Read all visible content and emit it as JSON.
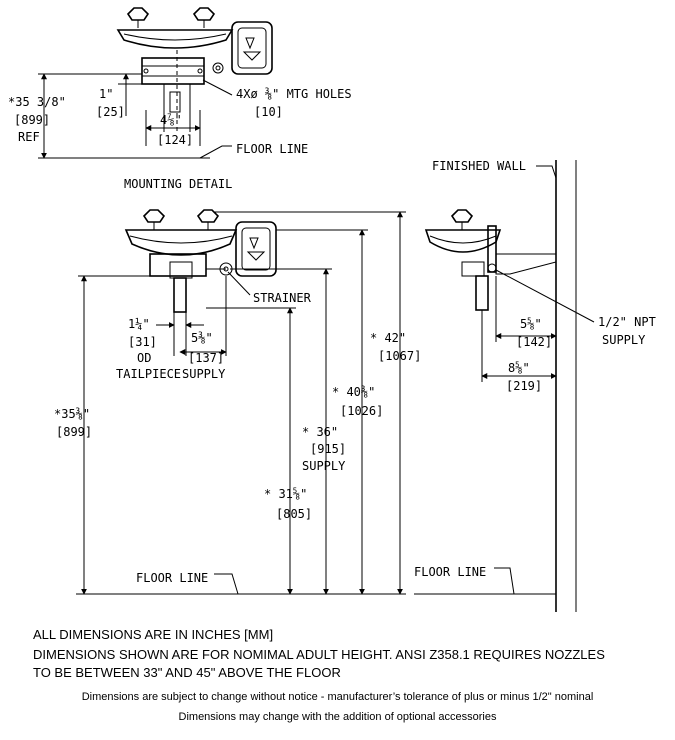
{
  "top_view": {
    "dim_height": "*35 3/8\"",
    "dim_height_mm": "[899]",
    "dim_height_ref": "REF",
    "dim_one": "1\"",
    "dim_one_mm": "[25]",
    "dim_width": "4⅞\"",
    "dim_width_mm": "[124]",
    "mtg_holes": "4Xø ⅜\" MTG HOLES",
    "mtg_holes_mm": "[10]",
    "floor_line": "FLOOR LINE",
    "title": "MOUNTING DETAIL"
  },
  "front_view": {
    "strainer": "STRAINER",
    "od_dim": "1¼\"",
    "od_mm": "[31]",
    "od_label": "OD",
    "tailpiece": "TAILPIECE",
    "supply_dim": "5⅜\"",
    "supply_mm": "[137]",
    "supply_label": "SUPPLY",
    "h_3538": "*35⅜\"",
    "h_3538_mm": "[899]",
    "h_3158": "* 31⅝\"",
    "h_3158_mm": "[805]",
    "h_36": "* 36\"",
    "h_36_mm": "[915]",
    "h_36_label": "SUPPLY",
    "h_4038": "* 40⅜\"",
    "h_4038_mm": "[1026]",
    "h_42": "* 42\"",
    "h_42_mm": "[1067]",
    "floor_line": "FLOOR LINE"
  },
  "side_view": {
    "finished_wall": "FINISHED WALL",
    "npt": "1/2\" NPT",
    "npt_supply": "SUPPLY",
    "d_558": "5⅝\"",
    "d_558_mm": "[142]",
    "d_858": "8⅝\"",
    "d_858_mm": "[219]",
    "floor_line": "FLOOR LINE"
  },
  "notes": {
    "units": "ALL DIMENSIONS ARE IN INCHES [MM]",
    "nominal_line1": "DIMENSIONS SHOWN ARE FOR NOMIMAL ADULT HEIGHT. ANSI Z358.1 REQUIRES NOZZLES",
    "nominal_line2": "TO BE BETWEEN 33\" AND 45\" ABOVE THE FLOOR",
    "disclaimer1": "Dimensions are subject to change without notice - manufacturer’s tolerance of plus or minus 1/2\" nominal",
    "disclaimer2": "Dimensions may change with the addition of optional accessories"
  }
}
